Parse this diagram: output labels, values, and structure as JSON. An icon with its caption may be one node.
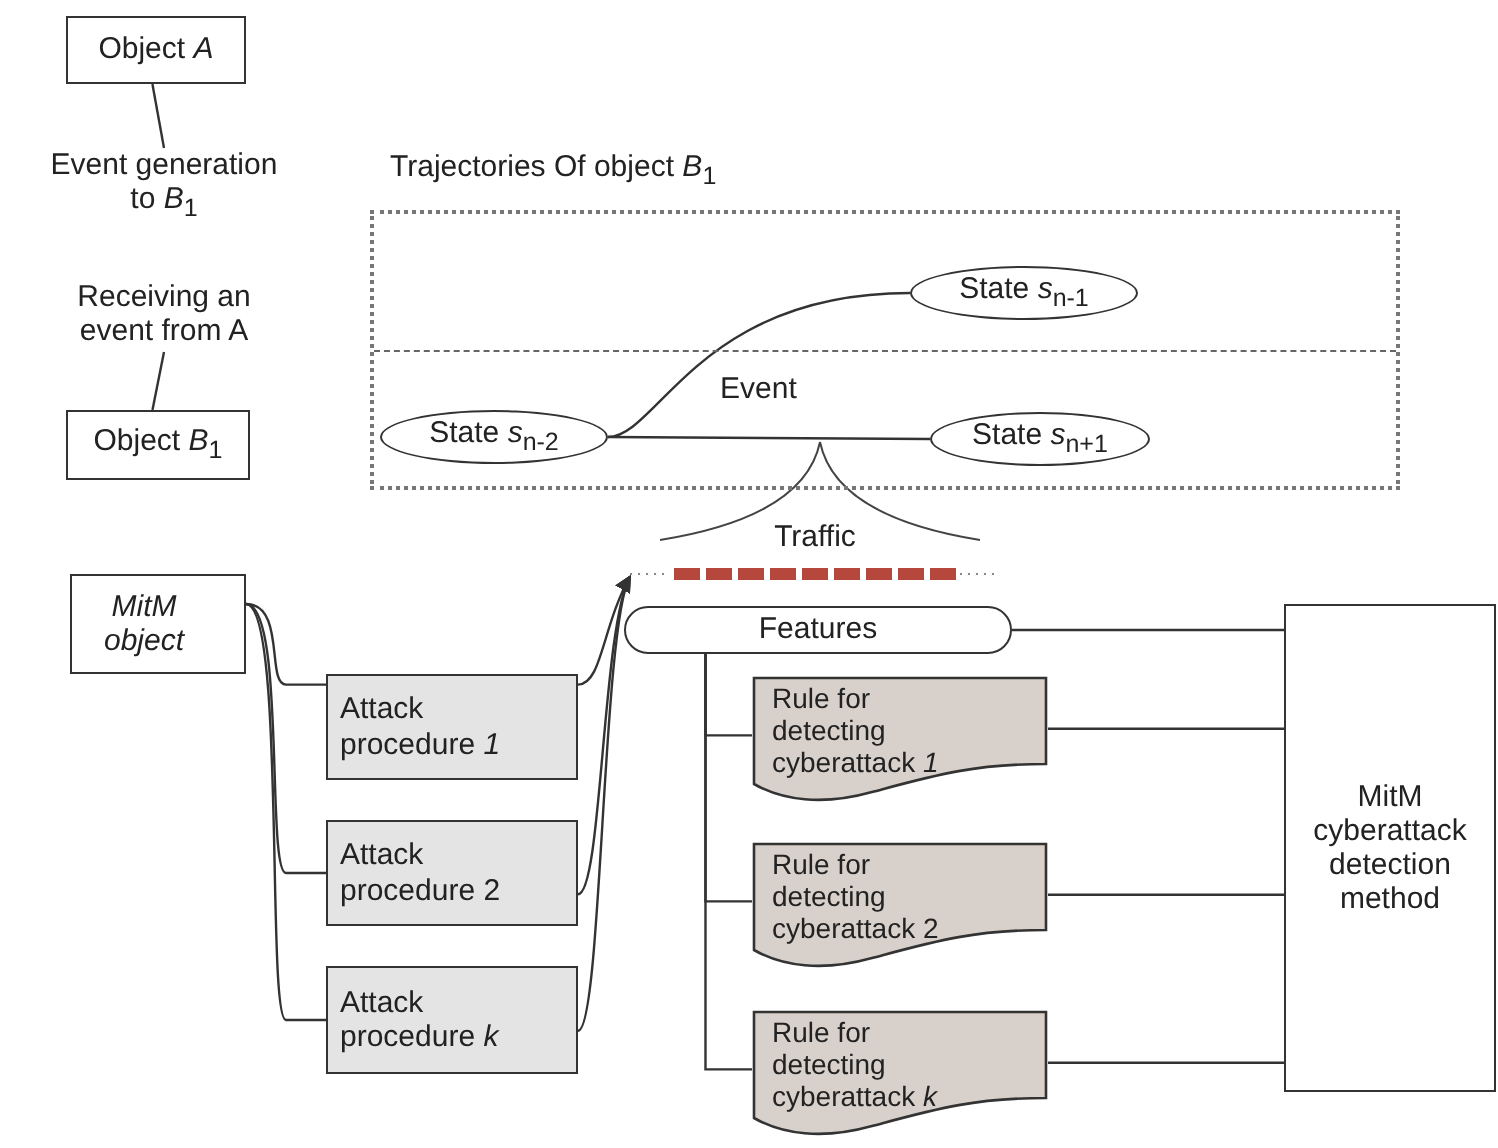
{
  "diagram": {
    "nodes": [
      {
        "text": [
          "Object *A*"
        ]
      },
      {
        "text": [
          "Event generation to *B*$_{1}$"
        ]
      },
      {
        "text": [
          "Receiving an event from A"
        ]
      },
      {
        "text": [
          "Object *B*$_{1}$"
        ]
      },
      {
        "text": [
          "Trajectories Of object *B*$_{1}$"
        ]
      },
      {
        "text": [
          "State *s*$_{n-1}$"
        ],
        "in": 4
      },
      {
        "text": [
          "State *s*$_{n-2}$"
        ],
        "in": 4
      },
      {
        "text": [
          "State *s*$_{n+1}$"
        ],
        "in": 4
      },
      {
        "text": [
          "Traffic"
        ]
      },
      {
        "text": [
          "MitM object"
        ]
      },
      {
        "text": [
          "Attack procedure *1*"
        ]
      },
      {
        "text": [
          "Attack procedure 2"
        ]
      },
      {
        "text": [
          "Attack procedure *k*"
        ]
      },
      {
        "text": [
          "Features"
        ]
      },
      {
        "text": [
          "Rule for detecting cyberattack *1*"
        ]
      },
      {
        "text": [
          "Rule for detecting cyberattack 2"
        ]
      },
      {
        "text": [
          "Rule for detecting cyberattack *k*"
        ]
      },
      {
        "text": [
          "MitM cyberattack detection method"
        ]
      }
    ],
    "edges": [
      {
        "from": 0,
        "to": 1,
        "arrow": "none"
      },
      {
        "from": 2,
        "to": 3,
        "arrow": "none"
      },
      {
        "from": 6,
        "to": 5,
        "arrow": "none"
      },
      {
        "from": 6,
        "to": 7,
        "arrow": "none",
        "label": "Event"
      },
      {
        "from": 9,
        "to": 10,
        "arrow": "none"
      },
      {
        "from": 9,
        "to": 11,
        "arrow": "none"
      },
      {
        "from": 9,
        "to": 12,
        "arrow": "none"
      },
      {
        "from": 10,
        "to": 8,
        "arrow": "to"
      },
      {
        "from": 11,
        "to": 8,
        "arrow": "to"
      },
      {
        "from": 12,
        "to": 8,
        "arrow": "to"
      },
      {
        "from": 13,
        "to": 14,
        "arrow": "none"
      },
      {
        "from": 13,
        "to": 15,
        "arrow": "none"
      },
      {
        "from": 13,
        "to": 16,
        "arrow": "none"
      },
      {
        "from": 13,
        "to": 17,
        "arrow": "none"
      },
      {
        "from": 14,
        "to": 17,
        "arrow": "none"
      },
      {
        "from": 15,
        "to": 17,
        "arrow": "none"
      },
      {
        "from": 16,
        "to": 17,
        "arrow": "none"
      }
    ]
  }
}
